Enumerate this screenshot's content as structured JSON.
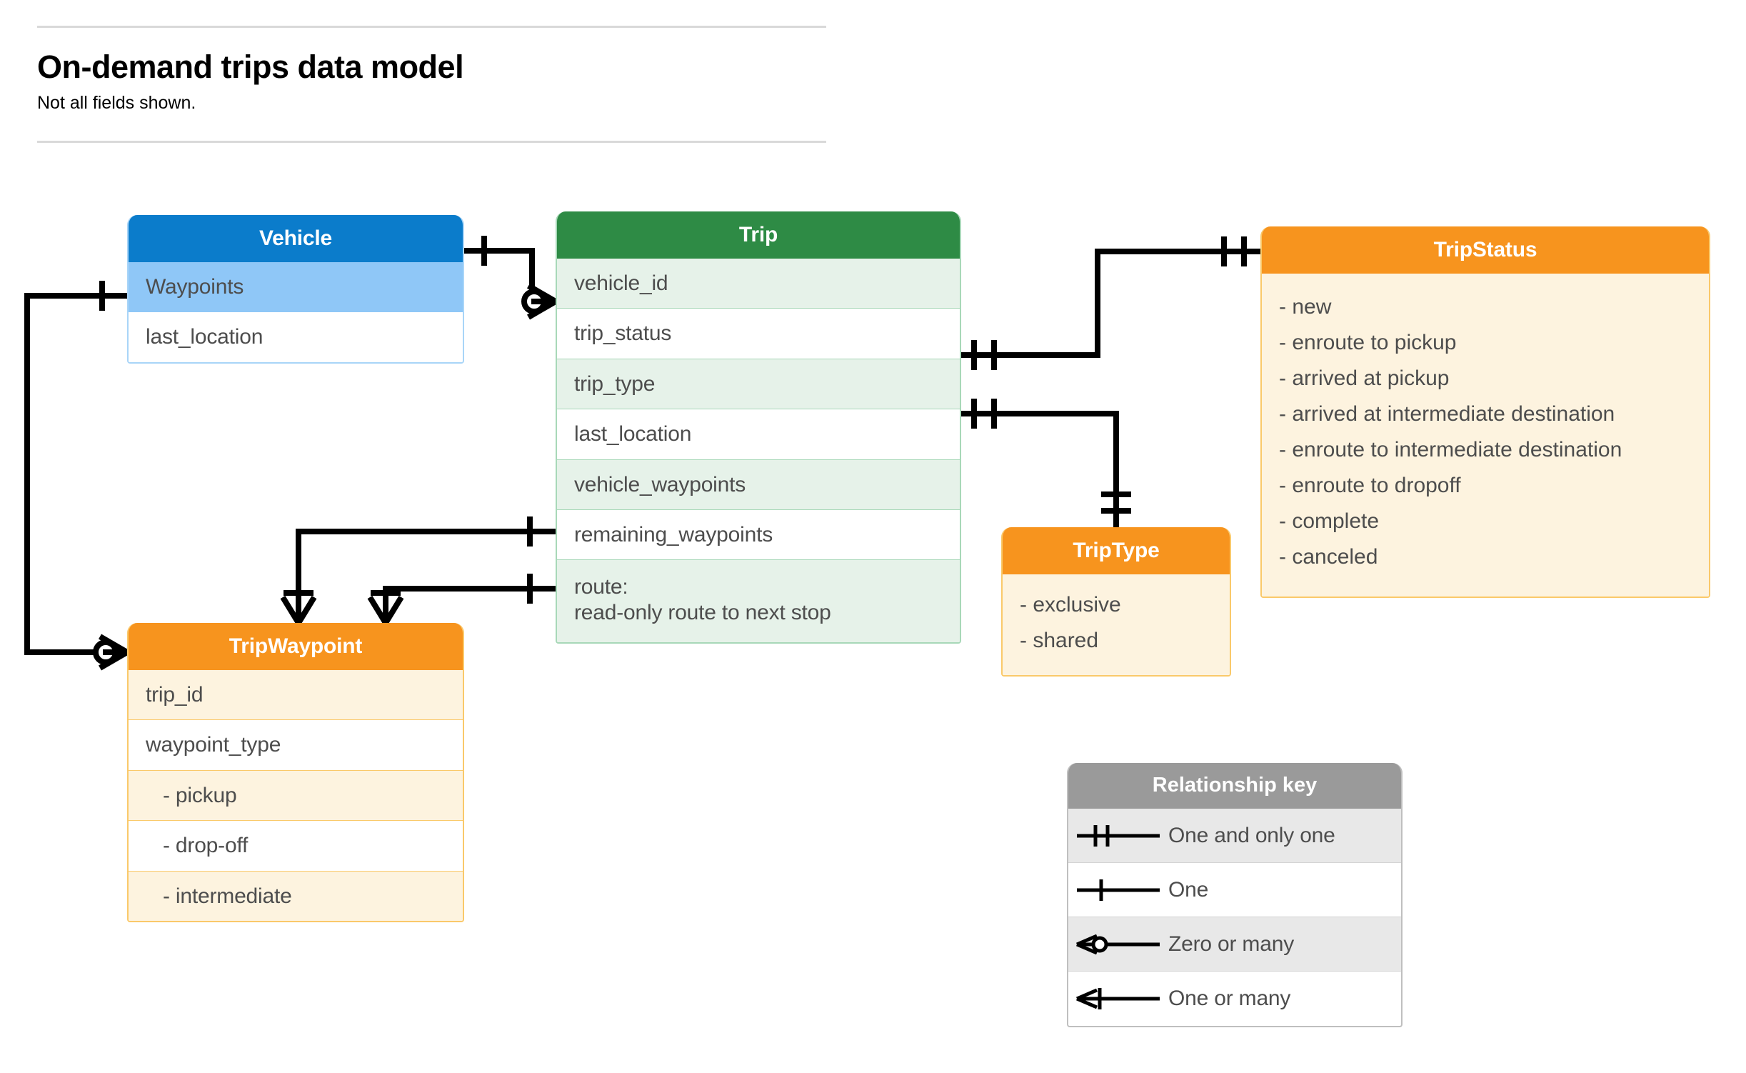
{
  "header": {
    "title": "On-demand trips data model",
    "subtitle": "Not all fields shown."
  },
  "entities": {
    "vehicle": {
      "name": "Vehicle",
      "header_color": "#0b7ccb",
      "rows": [
        {
          "label": "Waypoints"
        },
        {
          "label": "last_location"
        }
      ]
    },
    "trip": {
      "name": "Trip",
      "header_color": "#2e8b45",
      "rows": [
        {
          "label": "vehicle_id"
        },
        {
          "label": "trip_status"
        },
        {
          "label": "trip_type"
        },
        {
          "label": "last_location"
        },
        {
          "label": "vehicle_waypoints"
        },
        {
          "label": "remaining_waypoints"
        },
        {
          "label": "route:",
          "label2": "read-only route to next stop"
        }
      ]
    },
    "tripwaypoint": {
      "name": "TripWaypoint",
      "header_color": "#f7941e",
      "rows": [
        {
          "label": "trip_id"
        },
        {
          "label": "waypoint_type"
        },
        {
          "label": "-  pickup"
        },
        {
          "label": "-  drop-off"
        },
        {
          "label": "-  intermediate"
        }
      ]
    },
    "triptype": {
      "name": "TripType",
      "header_color": "#f7941e",
      "values": [
        "- exclusive",
        "- shared"
      ]
    },
    "tripstatus": {
      "name": "TripStatus",
      "header_color": "#f7941e",
      "values": [
        "- new",
        "- enroute to pickup",
        "- arrived at pickup",
        "- arrived at intermediate destination",
        "- enroute to intermediate destination",
        "- enroute to dropoff",
        "- complete",
        "- canceled"
      ]
    }
  },
  "relationship_key": {
    "title": "Relationship key",
    "rows": [
      {
        "label": "One and only one",
        "symbol": "one-and-only-one-symbol"
      },
      {
        "label": "One",
        "symbol": "one-symbol"
      },
      {
        "label": "Zero or many",
        "symbol": "zero-or-many-symbol"
      },
      {
        "label": "One or many",
        "symbol": "one-or-many-symbol"
      }
    ]
  },
  "relationships": [
    {
      "from": "Vehicle",
      "to": "Trip.vehicle_id",
      "from_cardinality": "One",
      "to_cardinality": "Zero or many"
    },
    {
      "from": "Vehicle.Waypoints",
      "to": "TripWaypoint",
      "from_cardinality": "One",
      "to_cardinality": "Zero or many"
    },
    {
      "from": "Trip.trip_status",
      "to": "TripStatus",
      "from_cardinality": "One and only one",
      "to_cardinality": "One and only one"
    },
    {
      "from": "Trip.trip_type",
      "to": "TripType",
      "from_cardinality": "One and only one",
      "to_cardinality": "One and only one"
    },
    {
      "from": "Trip.vehicle_waypoints",
      "to": "TripWaypoint",
      "from_cardinality": "One",
      "to_cardinality": "One or many"
    },
    {
      "from": "Trip.remaining_waypoints",
      "to": "TripWaypoint",
      "from_cardinality": "One",
      "to_cardinality": "One or many"
    }
  ]
}
